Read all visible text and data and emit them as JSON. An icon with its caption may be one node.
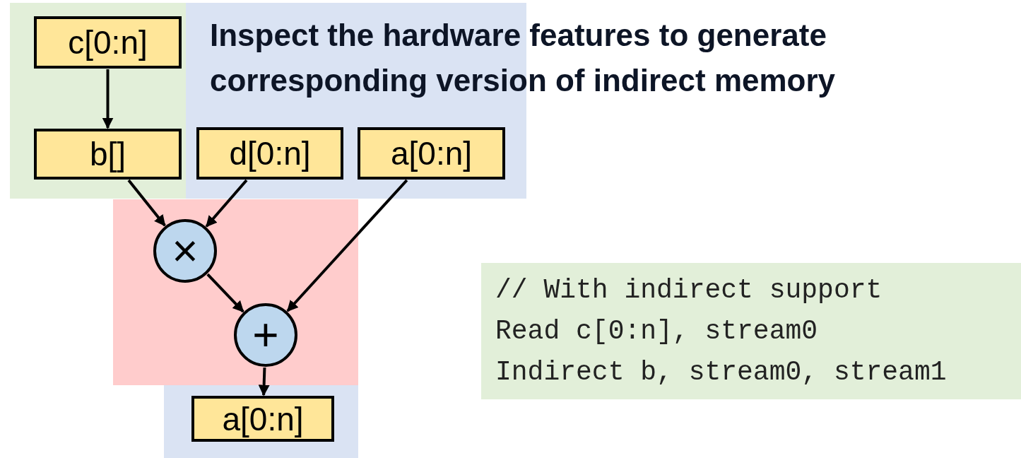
{
  "diagram": {
    "title": "Inspect the hardware features to generate corresponding version of indirect memory",
    "nodes": [
      {
        "text": [],
        "shape": "box"
      },
      {
        "text": [
          "c[0:n]"
        ],
        "in": 0
      },
      {
        "text": [
          "b[]"
        ],
        "in": 0
      },
      {
        "text": [],
        "shape": "box"
      },
      {
        "text": [
          "d[0:n]"
        ],
        "in": 3
      },
      {
        "text": [
          "a[0:n]"
        ],
        "in": 3
      },
      {
        "text": [],
        "shape": "box"
      },
      {
        "text": [
          "×"
        ],
        "in": 6
      },
      {
        "text": [
          "+"
        ],
        "in": 6
      },
      {
        "text": [],
        "shape": "box"
      },
      {
        "text": [
          "a[0:n]"
        ],
        "in": 9
      },
      {
        "text": [
          "// With indirect support",
          "Read c[0:n], stream0",
          "Indirect b, stream0, stream1"
        ]
      }
    ],
    "edges": [
      {
        "from": 1,
        "to": 2,
        "arrow": "to"
      },
      {
        "from": 2,
        "to": 7,
        "arrow": "to"
      },
      {
        "from": 4,
        "to": 7,
        "arrow": "to"
      },
      {
        "from": 5,
        "to": 8,
        "arrow": "to"
      },
      {
        "from": 7,
        "to": 8,
        "arrow": "to"
      },
      {
        "from": 8,
        "to": 10,
        "arrow": "to"
      }
    ]
  }
}
